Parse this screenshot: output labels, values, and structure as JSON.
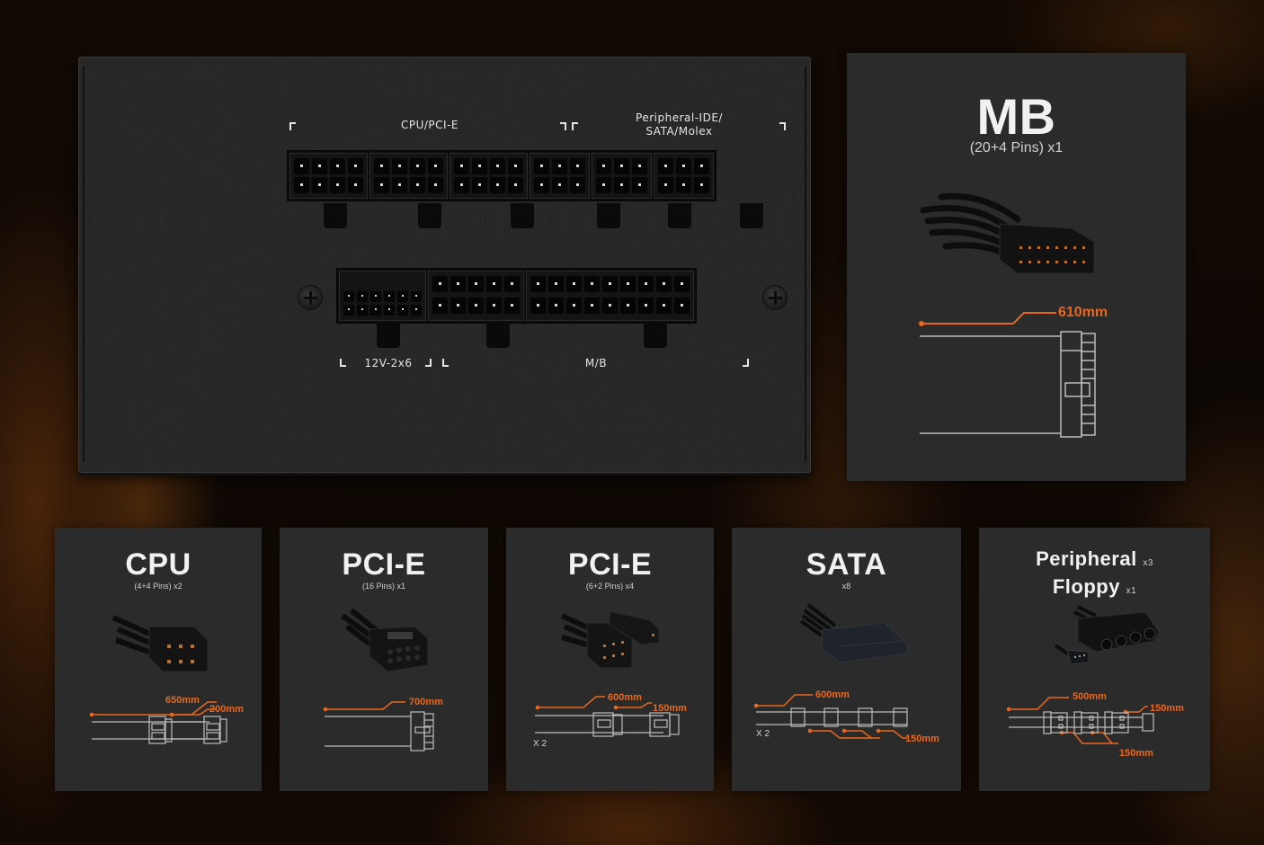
{
  "psu_panel": {
    "labels": {
      "cpu_pcie": "CPU/PCI-E",
      "peripheral_line1": "Peripheral-IDE/",
      "peripheral_line2": "SATA/Molex",
      "twelve_v": "12V-2x6",
      "mb": "M/B"
    },
    "top_sockets": [
      {
        "group": "CPU/PCI-E",
        "cols": 4,
        "rows": 2
      },
      {
        "group": "CPU/PCI-E",
        "cols": 4,
        "rows": 2
      },
      {
        "group": "CPU/PCI-E",
        "cols": 4,
        "rows": 2
      },
      {
        "group": "Peripheral-IDE/SATA/Molex",
        "cols": 3,
        "rows": 2
      },
      {
        "group": "Peripheral-IDE/SATA/Molex",
        "cols": 3,
        "rows": 2
      },
      {
        "group": "Peripheral-IDE/SATA/Molex",
        "cols": 3,
        "rows": 2
      }
    ],
    "bottom_sockets": [
      {
        "group": "12V-2x6",
        "cols": 6,
        "rows": 2
      },
      {
        "group": "M/B",
        "cols": 5,
        "rows": 2
      },
      {
        "group": "M/B",
        "cols": 9,
        "rows": 2
      }
    ]
  },
  "cards": {
    "mb": {
      "title": "MB",
      "subtitle": "(20+4 Pins) x1",
      "lengths": [
        "610mm"
      ],
      "icon": "atx-24pin-connector-icon"
    },
    "cpu": {
      "title": "CPU",
      "subtitle": "(4+4 Pins) x2",
      "lengths": [
        "650mm",
        "200mm"
      ],
      "icon": "eps-8pin-connector-icon"
    },
    "pcie16": {
      "title": "PCI-E",
      "subtitle": "(16 Pins) x1",
      "lengths": [
        "700mm"
      ],
      "icon": "12vhpwr-connector-icon"
    },
    "pcie62": {
      "title": "PCI-E",
      "subtitle": "(6+2 Pins) x4",
      "lengths": [
        "600mm",
        "150mm"
      ],
      "multiplier": "X 2",
      "icon": "pcie-6plus2-connector-icon"
    },
    "sata": {
      "title": "SATA",
      "subtitle": "x8",
      "lengths": [
        "600mm",
        "150mm"
      ],
      "multiplier": "X 2",
      "icon": "sata-connector-icon"
    },
    "peripheral": {
      "title_line1": "Peripheral",
      "title_line1_count": "x3",
      "title_line2": "Floppy",
      "title_line2_count": "x1",
      "lengths": [
        "500mm",
        "150mm",
        "150mm"
      ],
      "icon": "molex-floppy-connector-icon"
    }
  },
  "colors": {
    "accent_orange": "#e9671d",
    "card_bg": "#2b2b2b",
    "diagram_line": "#bdbdbd",
    "psu_panel": "#262626"
  }
}
